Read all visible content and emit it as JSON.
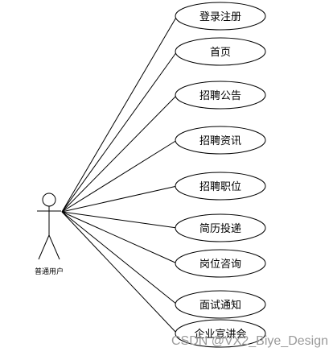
{
  "actor": {
    "label": "普通用户"
  },
  "use_cases": [
    {
      "label": "登录注册"
    },
    {
      "label": "首页"
    },
    {
      "label": "招聘公告"
    },
    {
      "label": "招聘资讯"
    },
    {
      "label": "招聘职位"
    },
    {
      "label": "简历投递"
    },
    {
      "label": "岗位咨询"
    },
    {
      "label": "面试通知"
    },
    {
      "label": "企业宣讲会"
    }
  ],
  "watermark": "CSDN @VX2_Biye_Design",
  "colors": {
    "stroke": "#000000",
    "background": "#ffffff",
    "watermark": "#9a9a9a"
  }
}
